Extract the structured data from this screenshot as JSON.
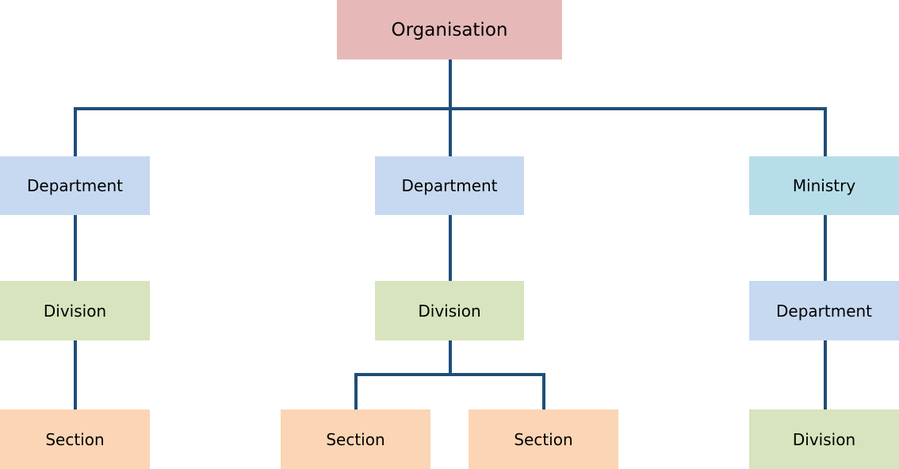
{
  "diagram": {
    "root": {
      "label": "Organisation",
      "color": "#e6b9b8"
    },
    "branches": [
      {
        "top": {
          "label": "Department",
          "color": "#c6d9f0"
        },
        "middle": {
          "label": "Division",
          "color": "#d7e4bd"
        },
        "leaves": [
          {
            "label": "Section",
            "color": "#fbd5b5"
          }
        ]
      },
      {
        "top": {
          "label": "Department",
          "color": "#c6d9f0"
        },
        "middle": {
          "label": "Division",
          "color": "#d7e4bd"
        },
        "leaves": [
          {
            "label": "Section",
            "color": "#fbd5b5"
          },
          {
            "label": "Section",
            "color": "#fbd5b5"
          }
        ]
      },
      {
        "top": {
          "label": "Ministry",
          "color": "#b7dee8"
        },
        "middle": {
          "label": "Department",
          "color": "#c6d9f0"
        },
        "leaves": [
          {
            "label": "Division",
            "color": "#d7e4bd"
          }
        ]
      }
    ],
    "connector_color": "#1f4e79"
  }
}
